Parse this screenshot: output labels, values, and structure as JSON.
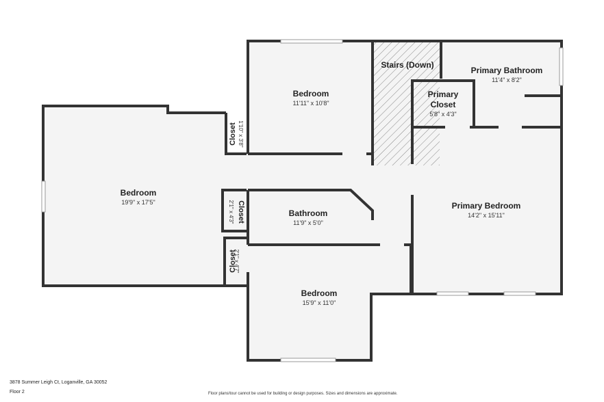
{
  "rooms": {
    "bedroom_left": {
      "name": "Bedroom",
      "dims": "19'9\" x 17'5\""
    },
    "bedroom_top": {
      "name": "Bedroom",
      "dims": "11'11\" x 10'8\""
    },
    "stairs": {
      "name": "Stairs (Down)"
    },
    "primary_bath": {
      "name": "Primary Bathroom",
      "dims": "11'4\" x 8'2\""
    },
    "primary_closet": {
      "name_line1": "Primary",
      "name_line2": "Closet",
      "dims": "5'8\" x 4'3\""
    },
    "closet_top": {
      "name": "Closet",
      "dims": "1'10\" x 3'8\""
    },
    "closet_mid": {
      "name": "Closet",
      "dims": "2'1\" x 4'3\""
    },
    "closet_low": {
      "name": "Closet",
      "dims": "2'1\" x 4'7\""
    },
    "bathroom": {
      "name": "Bathroom",
      "dims": "11'9\" x 5'0\""
    },
    "primary_bedroom": {
      "name": "Primary Bedroom",
      "dims": "14'2\" x 15'11\""
    },
    "bedroom_bottom": {
      "name": "Bedroom",
      "dims": "15'9\" x 11'0\""
    }
  },
  "footer": {
    "address": "3878 Summer Leigh Ct, Loganville, GA 30052",
    "floor": "Floor 2",
    "disclaimer": "Floor plans/tour cannot be used for building or design purposes. Sizes and dimensions are approximate."
  },
  "colors": {
    "wall": "#333333",
    "floor": "#f4f4f4",
    "window": "#bbbbbb"
  }
}
